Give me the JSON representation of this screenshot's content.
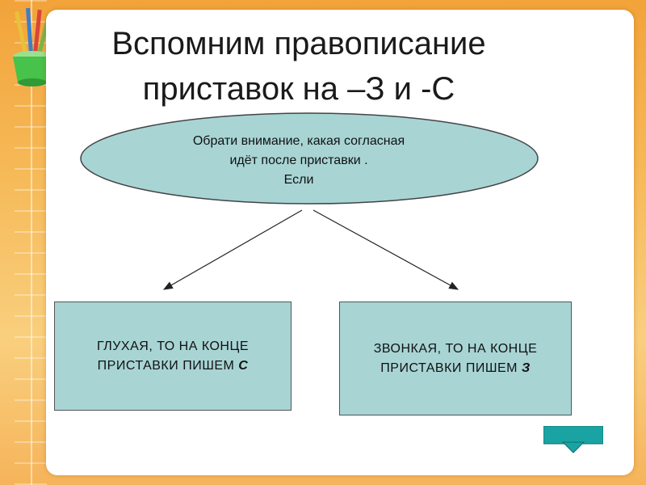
{
  "title": {
    "line1": "Вспомним правописание",
    "line2": "приставок на –З и -С"
  },
  "ellipse": {
    "line1": "Обрати внимание,  какая  согласная",
    "line2": "идёт после приставки .",
    "line3": "Если"
  },
  "left_box": {
    "line1": "ГЛУХАЯ, ТО НА КОНЦЕ",
    "line2_prefix": "ПРИСТАВКИ ПИШЕМ ",
    "letter": "С"
  },
  "right_box": {
    "line1": "ЗВОНКАЯ, ТО НА КОНЦЕ",
    "line2_prefix": "ПРИСТАВКИ ПИШЕМ ",
    "letter": "З"
  },
  "colors": {
    "background": "#f6b957",
    "ellipse_fill": "#a8d4d4",
    "box_fill": "#a8d4d4",
    "nav_button": "#1aa3a3"
  },
  "icons": {
    "nav": "down-arrow-icon",
    "decor": "pencil-cup-icon"
  }
}
